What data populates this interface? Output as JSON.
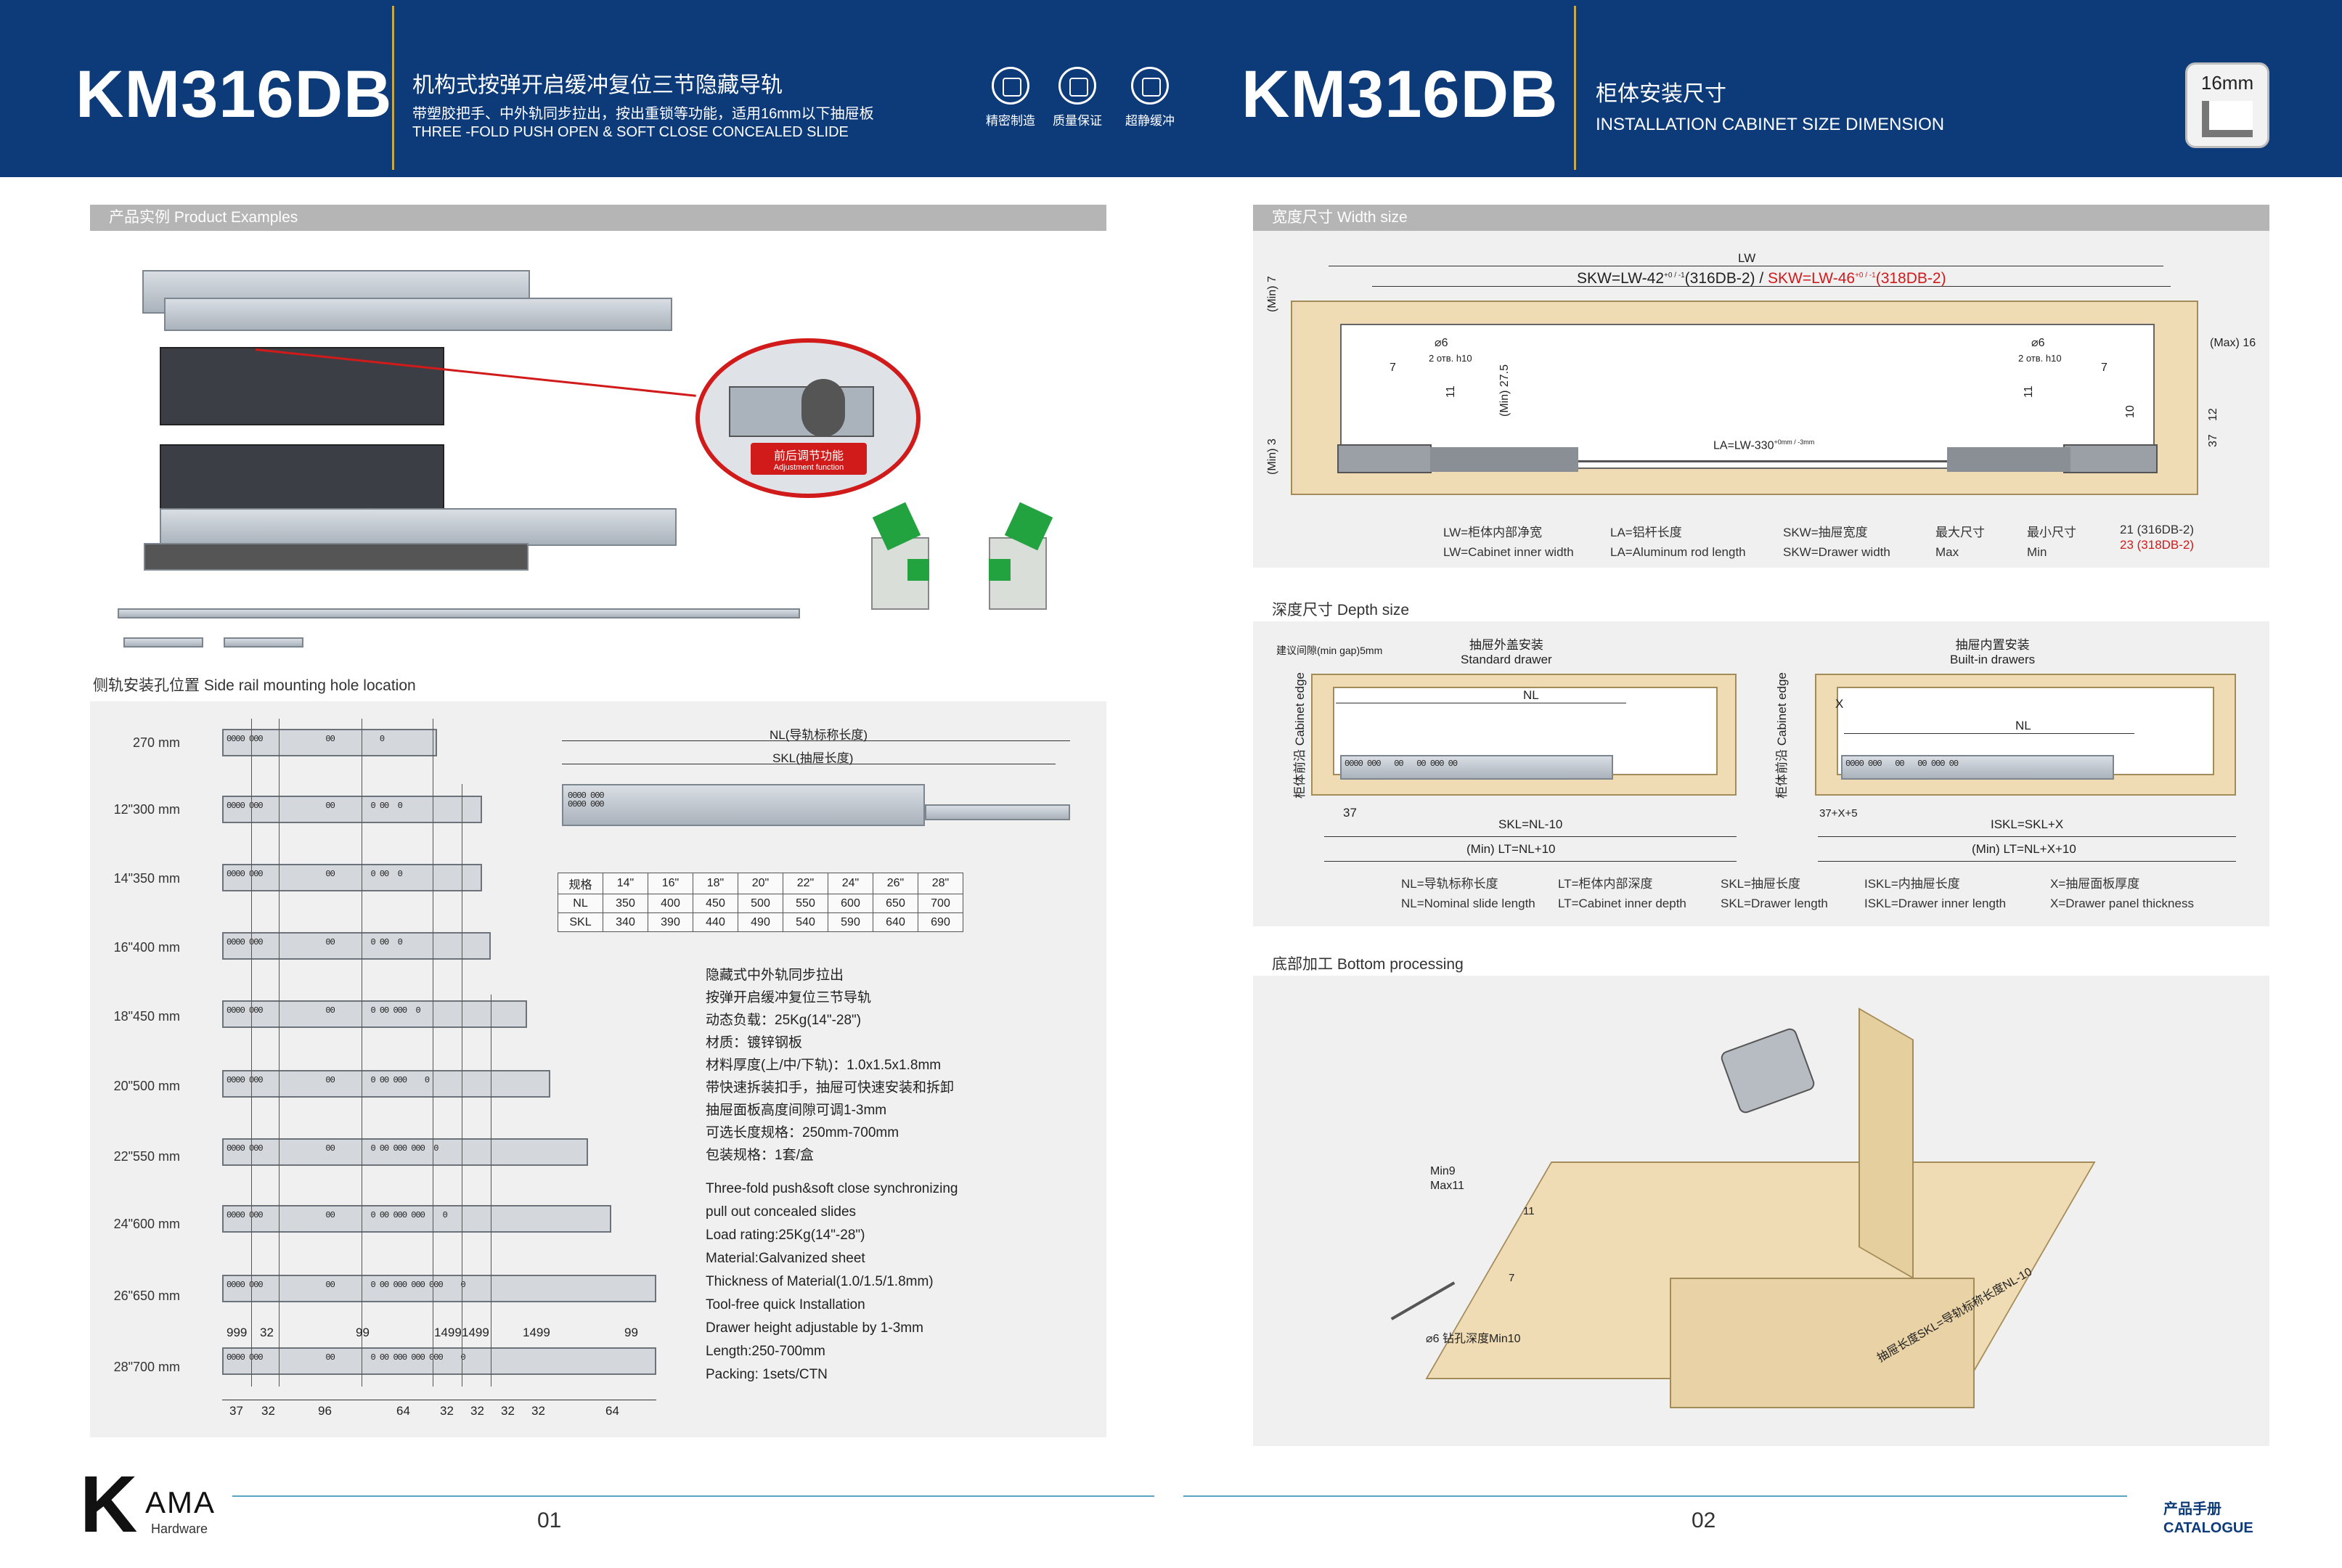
{
  "header": {
    "left_model": "KM316DB",
    "left_title_cn": "机构式按弹开启缓冲复位三节隐藏导轨",
    "left_sub_cn": "带塑胶把手、中外轨同步拉出，按出重锁等功能，适用16mm以下抽屉板",
    "left_title_en": "THREE -FOLD PUSH OPEN & SOFT CLOSE CONCEALED SLIDE",
    "features": [
      {
        "icon": "precision-icon",
        "label": "精密制造"
      },
      {
        "icon": "quality-shield-icon",
        "label": "质量保证"
      },
      {
        "icon": "silent-icon",
        "label": "超静缓冲"
      }
    ],
    "right_model": "KM316DB",
    "right_title_cn": "柜体安装尺寸",
    "right_title_en": "INSTALLATION CABINET SIZE DIMENSION",
    "badge": "16mm"
  },
  "left": {
    "product_examples": "产品实例 Product Examples",
    "adjustment_cn": "前后调节功能",
    "adjustment_en": "Adjustment function",
    "side_rail_title": "侧轨安装孔位置  Side rail mounting hole location",
    "rows": [
      "270 mm",
      "12\"300 mm",
      "14\"350 mm",
      "16\"400 mm",
      "18\"450 mm",
      "20\"500 mm",
      "22\"550 mm",
      "24\"600 mm",
      "26\"650 mm",
      "28\"700 mm"
    ],
    "top_dims": [
      "999",
      "32",
      "99",
      "1499",
      "1499",
      "1499",
      "99"
    ],
    "bottom_dims": [
      "37",
      "32",
      "96",
      "64",
      "32",
      "32",
      "32",
      "32",
      "64"
    ],
    "nl_label": "NL(导轨标称长度)",
    "skl_label": "SKL(抽屉长度)",
    "spec_table": {
      "rows": [
        [
          "规格",
          "14\"",
          "16\"",
          "18\"",
          "20\"",
          "22\"",
          "24\"",
          "26\"",
          "28\""
        ],
        [
          "NL",
          "350",
          "400",
          "450",
          "500",
          "550",
          "600",
          "650",
          "700"
        ],
        [
          "SKL",
          "340",
          "390",
          "440",
          "490",
          "540",
          "590",
          "640",
          "690"
        ]
      ]
    },
    "specs_cn": [
      "隐藏式中外轨同步拉出",
      "按弹开启缓冲复位三节导轨",
      "动态负载：25Kg(14\"-28\")",
      "材质：镀锌钢板",
      "材料厚度(上/中/下轨)：1.0x1.5x1.8mm",
      "带快速拆装扣手，抽屉可快速安装和拆卸",
      "抽屉面板高度间隙可调1-3mm",
      "可选长度规格：250mm-700mm",
      "包装规格：1套/盒"
    ],
    "specs_en": [
      "Three-fold push&soft close synchronizing",
      "pull out concealed slides",
      "Load rating:25Kg(14\"-28\")",
      "Material:Galvanized sheet",
      "Thickness of Material(1.0/1.5/1.8mm)",
      "Tool-free quick Installation",
      "Drawer height adjustable by 1-3mm",
      "Length:250-700mm",
      "Packing: 1sets/CTN"
    ]
  },
  "right": {
    "width_title": "宽度尺寸 Width size",
    "lw": "LW",
    "skw_formula_a": "SKW=LW-42",
    "skw_tol": "+0 / -1",
    "skw_formula_a_suffix": "(316DB-2)  /",
    "skw_formula_b": "SKW=LW-46",
    "skw_formula_b_suffix": "(318DB-2)",
    "min7": "(Min) 7",
    "min3": "(Min) 3",
    "max16": "(Max) 16",
    "phi6": "⌀6",
    "hole_note": "2 отв. h10",
    "d7": "7",
    "d11": "11",
    "d27": "(Min) 27.5",
    "d10": "10",
    "d12": "12",
    "d37": "37",
    "la": "LA=LW-330",
    "la_tol": "+0mm / -3mm",
    "legend_width": [
      [
        "LW=柜体内部净宽",
        "LW=Cabinet inner width"
      ],
      [
        "LA=铝杆长度",
        "LA=Aluminum rod length"
      ],
      [
        "SKW=抽屉宽度",
        "SKW=Drawer width"
      ],
      [
        "最大尺寸",
        "Max"
      ],
      [
        "最小尺寸",
        "Min"
      ]
    ],
    "legend_21": "21 (316DB-2)",
    "legend_23": "23 (318DB-2)",
    "depth_title": "深度尺寸 Depth size",
    "min_gap": "建议间隙(min gap)5mm",
    "std_cn": "抽屉外盖安装",
    "std_en": "Standard drawer",
    "built_cn": "抽屉内置安装",
    "built_en": "Built-in drawers",
    "nl": "NL",
    "x": "X",
    "cab_edge_cn": "柜体前沿",
    "cab_edge_en": "Cabinet edge",
    "d37b": "37",
    "d37x": "37+X+5",
    "skl_nl": "SKL=NL-10",
    "iskl": "ISKL=SKL+X",
    "lt1": "(Min) LT=NL+10",
    "lt2": "(Min) LT=NL+X+10",
    "legend_depth": [
      [
        "NL=导轨标称长度",
        "NL=Nominal slide length"
      ],
      [
        "LT=柜体内部深度",
        "LT=Cabinet inner depth"
      ],
      [
        "SKL=抽屉长度",
        "SKL=Drawer length"
      ],
      [
        "ISKL=内抽屉长度",
        "ISKL=Drawer inner length"
      ],
      [
        "X=抽屉面板厚度",
        "X=Drawer panel thickness"
      ]
    ],
    "bottom_title": "底部加工 Bottom processing",
    "min9": "Min9",
    "max11": "Max11",
    "b11": "11",
    "b7": "7",
    "drill": "⌀6 钻孔深度Min10",
    "diag": "抽屉长度SKL=导轨标称长度NL-10"
  },
  "footer": {
    "logo_k": "K",
    "logo_ama": "AMA",
    "logo_hw": "Hardware",
    "page_left": "01",
    "page_right": "02",
    "catalogue_cn": "产品手册",
    "catalogue_en": "CATALOGUE"
  },
  "colors": {
    "header": "#0d3b7a",
    "accent_red": "#d11a1a",
    "wood": "#efdcb4",
    "bar": "#b5b5b5"
  }
}
